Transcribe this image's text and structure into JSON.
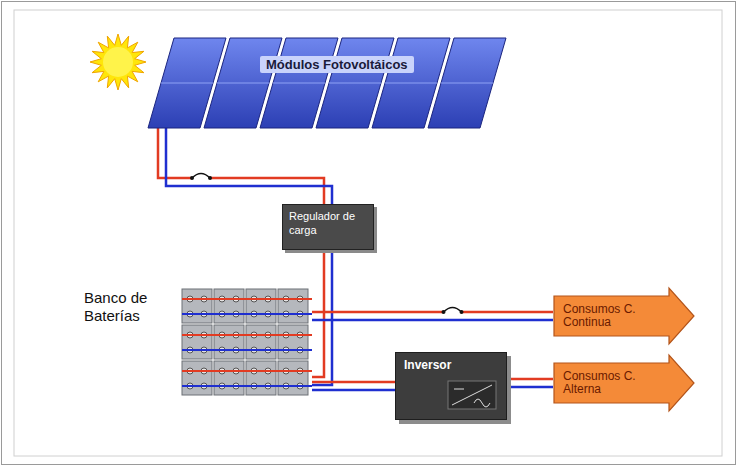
{
  "diagram": {
    "nodes": [
      {
        "text": [
          "Módulos Fotovoltáicos"
        ]
      },
      {
        "text": [
          "Regulador de carga"
        ]
      },
      {
        "text": [
          "Banco de Baterías"
        ]
      },
      {
        "text": [
          "Consumos C. Continua"
        ]
      },
      {
        "text": [
          "Inversor"
        ]
      },
      {
        "text": [
          "Consumos C. Alterna"
        ]
      }
    ],
    "edges": [
      {
        "from": 0,
        "to": 1,
        "arrow": "none"
      },
      {
        "from": 1,
        "to": 2,
        "arrow": "none"
      },
      {
        "from": 2,
        "to": 3,
        "arrow": "none"
      },
      {
        "from": 2,
        "to": 4,
        "arrow": "none"
      },
      {
        "from": 4,
        "to": 5,
        "arrow": "none"
      }
    ]
  }
}
